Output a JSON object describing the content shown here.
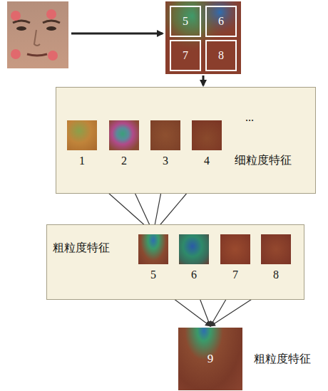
{
  "diagram": {
    "nodes": [
      {
        "text": [
          "5"
        ]
      },
      {
        "text": [
          "6"
        ]
      },
      {
        "text": [
          "7"
        ]
      },
      {
        "text": [
          "8"
        ]
      },
      {
        "text": [
          "细粒度特征"
        ]
      },
      {
        "text": [
          "1"
        ],
        "in": 4
      },
      {
        "text": [
          "2"
        ],
        "in": 4
      },
      {
        "text": [
          "3"
        ],
        "in": 4
      },
      {
        "text": [
          "4"
        ],
        "in": 4
      },
      {
        "text": [
          "粗粒度特征"
        ]
      },
      {
        "text": [
          "5"
        ],
        "in": 9
      },
      {
        "text": [
          "6"
        ],
        "in": 9
      },
      {
        "text": [
          "7"
        ],
        "in": 9
      },
      {
        "text": [
          "8"
        ],
        "in": 9
      },
      {
        "text": [
          "9",
          "粗粒度特征"
        ]
      }
    ],
    "edges": [
      {
        "from": 5,
        "to": 10,
        "arrow": "to"
      },
      {
        "from": 6,
        "to": 10,
        "arrow": "to"
      },
      {
        "from": 7,
        "to": 10,
        "arrow": "to"
      },
      {
        "from": 8,
        "to": 10,
        "arrow": "to"
      },
      {
        "from": 10,
        "to": 14,
        "arrow": "to"
      },
      {
        "from": 11,
        "to": 14,
        "arrow": "to"
      },
      {
        "from": 12,
        "to": 14,
        "arrow": "to"
      },
      {
        "from": 13,
        "to": 14,
        "arrow": "to"
      }
    ],
    "labels": [
      "..."
    ]
  }
}
